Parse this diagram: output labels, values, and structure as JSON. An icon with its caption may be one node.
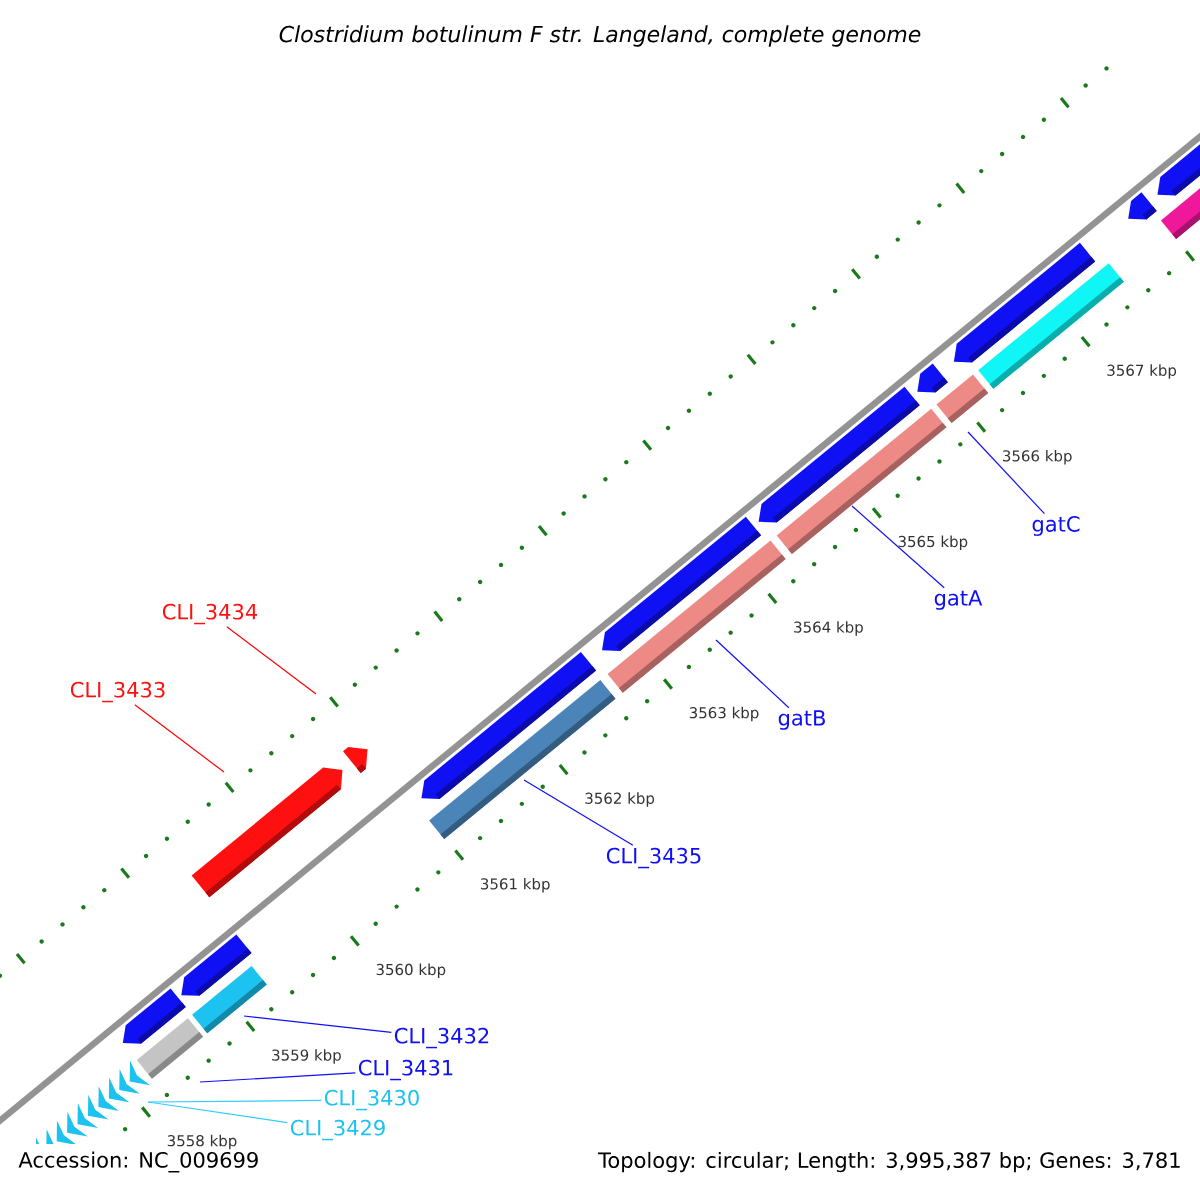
{
  "diagram": {
    "title": "Clostridium botulinum F str. Langeland, complete genome",
    "nodes": [
      {
        "text": [
          "gatC"
        ]
      },
      {
        "text": [
          "gatA"
        ]
      },
      {
        "text": [
          "CLI_3434"
        ]
      },
      {
        "text": [
          "CLI_3433"
        ]
      },
      {
        "text": [
          "gatB"
        ]
      },
      {
        "text": [
          "CLI_3435"
        ]
      },
      {
        "text": [
          "CLI_3432"
        ]
      },
      {
        "text": [
          "CLI_3431"
        ]
      },
      {
        "text": [
          "CLI_3430"
        ]
      },
      {
        "text": [
          "CLI_3429"
        ]
      }
    ],
    "edges": [
      {
        "from": 0,
        "to": null,
        "arrow": "none"
      },
      {
        "from": 1,
        "to": null,
        "arrow": "none"
      },
      {
        "from": 2,
        "to": null,
        "arrow": "none",
        "color": "#ff0000"
      },
      {
        "from": 3,
        "to": null,
        "arrow": "none",
        "color": "#ff0000"
      },
      {
        "from": 4,
        "to": null,
        "arrow": "none"
      },
      {
        "from": 5,
        "to": null,
        "arrow": "none"
      },
      {
        "from": 6,
        "to": null,
        "arrow": "none"
      },
      {
        "from": 7,
        "to": null,
        "arrow": "none"
      },
      {
        "from": 8,
        "to": null,
        "arrow": "none",
        "color": "#33ccff"
      },
      {
        "from": 9,
        "to": null,
        "arrow": "none",
        "color": "#33ccff"
      }
    ],
    "labels": [
      "3567 kbp",
      "3566 kbp",
      "3565 kbp",
      "3564 kbp",
      "3563 kbp",
      "3562 kbp",
      "3561 kbp",
      "3560 kbp",
      "3559 kbp",
      "3558 kbp",
      "Accession: NC_009699",
      "Topology: circular; Length: 3,995,387 bp; Genes: 3,781"
    ]
  }
}
